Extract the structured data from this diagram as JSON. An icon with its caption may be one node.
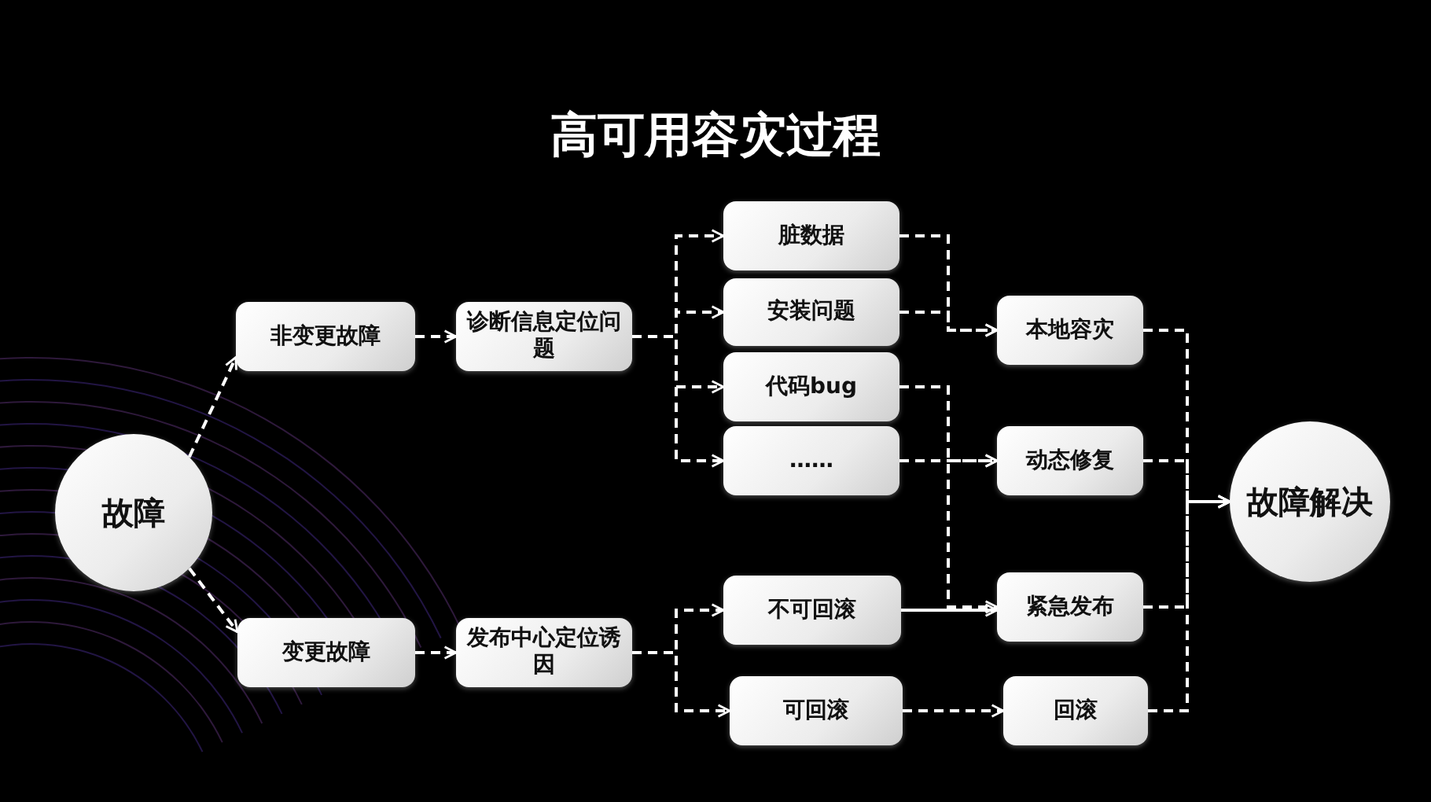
{
  "diagram": {
    "title": "高可用容灾过程",
    "nodes": [
      {
        "text": [
          "故障"
        ]
      },
      {
        "text": [
          "非变更故障"
        ]
      },
      {
        "text": [
          "变更故障"
        ]
      },
      {
        "text": [
          "诊断信息定位问题"
        ]
      },
      {
        "text": [
          "发布中心定位诱因"
        ]
      },
      {
        "text": [
          "脏数据"
        ]
      },
      {
        "text": [
          "安装问题"
        ]
      },
      {
        "text": [
          "代码bug"
        ]
      },
      {
        "text": [
          "……"
        ]
      },
      {
        "text": [
          "不可回滚"
        ]
      },
      {
        "text": [
          "可回滚"
        ]
      },
      {
        "text": [
          "本地容灾"
        ]
      },
      {
        "text": [
          "动态修复"
        ]
      },
      {
        "text": [
          "紧急发布"
        ]
      },
      {
        "text": [
          "回滚"
        ]
      },
      {
        "text": [
          "故障解决"
        ]
      }
    ],
    "edges": [
      {
        "from": 0,
        "to": 1,
        "arrow": "to",
        "style": "dashed"
      },
      {
        "from": 0,
        "to": 2,
        "arrow": "to",
        "style": "dashed"
      },
      {
        "from": 1,
        "to": 3,
        "arrow": "to",
        "style": "dashed"
      },
      {
        "from": 2,
        "to": 4,
        "arrow": "to",
        "style": "dashed"
      },
      {
        "from": 3,
        "to": 5,
        "arrow": "to",
        "style": "dashed"
      },
      {
        "from": 3,
        "to": 6,
        "arrow": "to",
        "style": "dashed"
      },
      {
        "from": 3,
        "to": 7,
        "arrow": "to",
        "style": "dashed"
      },
      {
        "from": 3,
        "to": 8,
        "arrow": "to",
        "style": "dashed"
      },
      {
        "from": 4,
        "to": 9,
        "arrow": "to",
        "style": "dashed"
      },
      {
        "from": 4,
        "to": 10,
        "arrow": "to",
        "style": "dashed"
      },
      {
        "from": 5,
        "to": 11,
        "arrow": "to",
        "style": "dashed"
      },
      {
        "from": 6,
        "to": 11,
        "arrow": "to",
        "style": "dashed"
      },
      {
        "from": 7,
        "to": 12,
        "arrow": "to",
        "style": "dashed"
      },
      {
        "from": 7,
        "to": 13,
        "arrow": "to",
        "style": "dashed"
      },
      {
        "from": 8,
        "to": 12,
        "arrow": "to",
        "style": "dashed"
      },
      {
        "from": 9,
        "to": 13,
        "arrow": "to"
      },
      {
        "from": 10,
        "to": 14,
        "arrow": "to",
        "style": "dashed"
      },
      {
        "from": 11,
        "to": 15,
        "arrow": "to",
        "style": "dashed"
      },
      {
        "from": 12,
        "to": 15,
        "arrow": "to",
        "style": "dashed"
      },
      {
        "from": 13,
        "to": 15,
        "arrow": "to",
        "style": "dashed"
      },
      {
        "from": 14,
        "to": 15,
        "arrow": "to",
        "style": "dashed"
      }
    ]
  }
}
